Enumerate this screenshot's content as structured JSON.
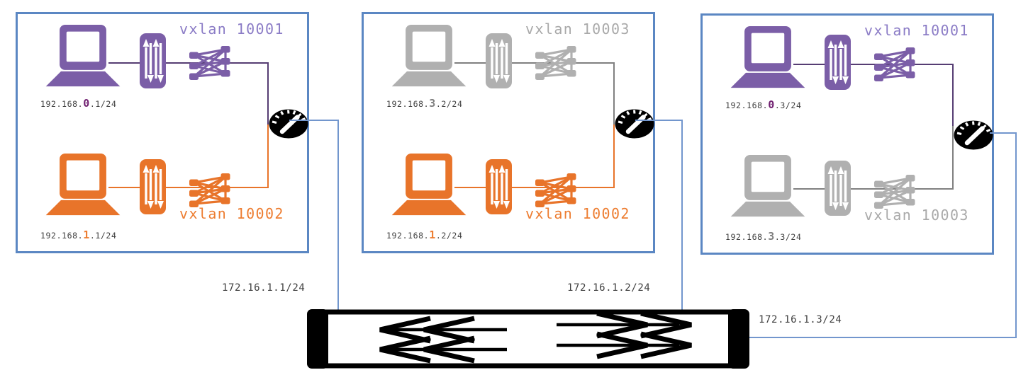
{
  "colors": {
    "box-border": "#5b87c3",
    "link-blue": "#7296cd",
    "purple": "#7b5ea7",
    "purple-label": "#8b7cc6",
    "purple-line": "#563d73",
    "purple-digit": "#702070",
    "orange": "#e8742a",
    "orange-label": "#ed7d31",
    "orange-digit": "#ed7d31",
    "gray": "#b0b0b0",
    "gray-label": "#a9a9a9",
    "gray-line": "#808080",
    "gray-digit": "#7f7f7f",
    "ip-text": "#404040",
    "cable-black": "#000000"
  },
  "icons": {
    "laptop": "laptop-icon",
    "nic": "nic-traffic-icon",
    "vxlan_switch": "vxlan-mesh-icon",
    "gauge": "speedometer-icon",
    "backbone": "ethernet-cable-icon"
  },
  "hosts": [
    {
      "id": "host-1",
      "uplink_ip": "172.16.1.1/24",
      "nics": [
        {
          "vxlan_label": "vxlan 10001",
          "ip_prefix": "192.168.",
          "ip_vnet_digit": "0",
          "ip_suffix": ".1/24",
          "color": "purple"
        },
        {
          "vxlan_label": "vxlan 10002",
          "ip_prefix": "192.168.",
          "ip_vnet_digit": "1",
          "ip_suffix": ".1/24",
          "color": "orange"
        }
      ]
    },
    {
      "id": "host-2",
      "uplink_ip": "172.16.1.2/24",
      "nics": [
        {
          "vxlan_label": "vxlan 10003",
          "ip_prefix": "192.168.",
          "ip_vnet_digit": "3",
          "ip_suffix": ".2/24",
          "color": "gray"
        },
        {
          "vxlan_label": "vxlan 10002",
          "ip_prefix": "192.168.",
          "ip_vnet_digit": "1",
          "ip_suffix": ".2/24",
          "color": "orange"
        }
      ]
    },
    {
      "id": "host-3",
      "uplink_ip": "172.16.1.3/24",
      "nics": [
        {
          "vxlan_label": "vxlan 10001",
          "ip_prefix": "192.168.",
          "ip_vnet_digit": "0",
          "ip_suffix": ".3/24",
          "color": "purple"
        },
        {
          "vxlan_label": "vxlan 10003",
          "ip_prefix": "192.168.",
          "ip_vnet_digit": "3",
          "ip_suffix": ".3/24",
          "color": "gray"
        }
      ]
    }
  ]
}
